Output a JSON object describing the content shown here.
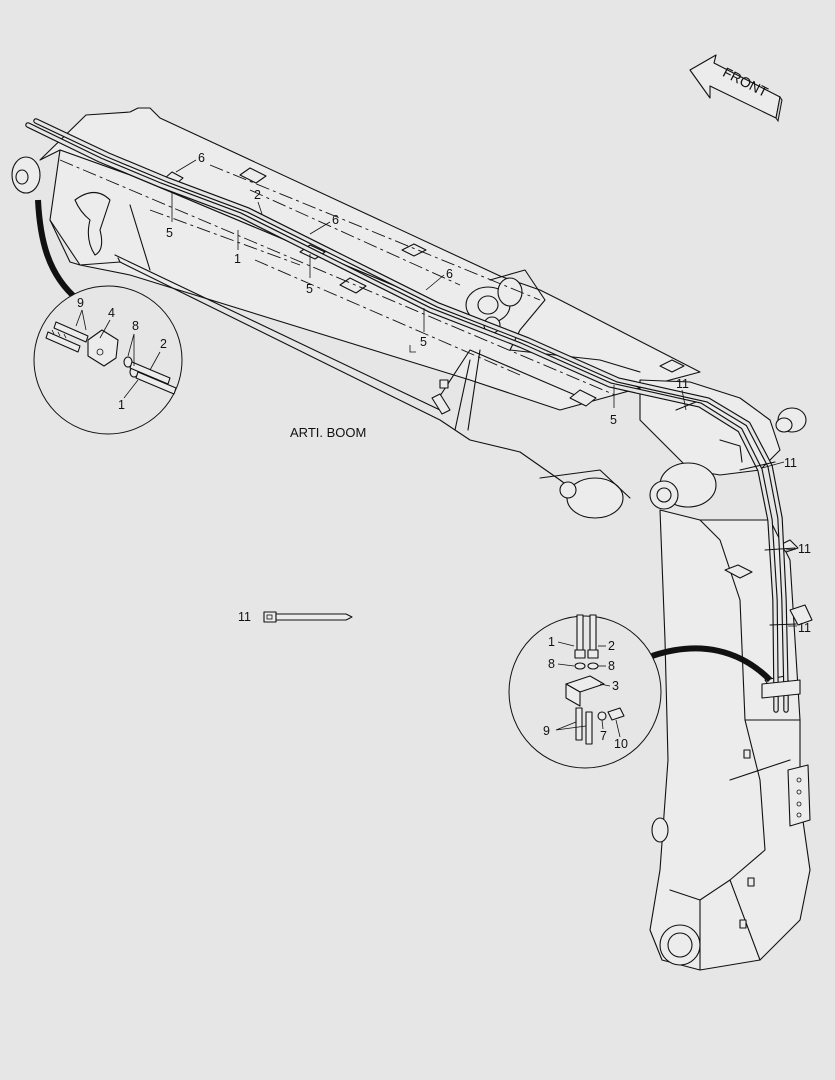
{
  "diagram": {
    "title": "ARTI. BOOM",
    "direction_arrow_label": "FRONT",
    "callouts": {
      "hose_1": "1",
      "hose_2": "2",
      "bracket_3": "3",
      "bracket_4": "4",
      "clamp_5": "5",
      "bolt_6": "6",
      "washer_7": "7",
      "oring_8": "8",
      "adapter_9": "9",
      "bolt_10": "10",
      "cable_tie_11": "11"
    }
  }
}
